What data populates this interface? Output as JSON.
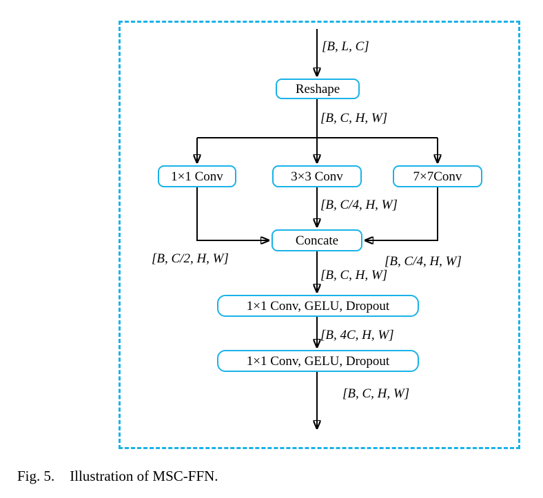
{
  "figure": {
    "caption_prefix": "Fig. 5.",
    "caption_text": "Illustration of MSC-FFN."
  },
  "diagram": {
    "accent_color": "#18b2e8",
    "nodes": {
      "reshape": "Reshape",
      "conv1": "1×1 Conv",
      "conv3": "3×3 Conv",
      "conv7": "7×7Conv",
      "concate": "Concate",
      "ffn1": "1×1 Conv, GELU, Dropout",
      "ffn2": "1×1 Conv, GELU, Dropout"
    },
    "labels": {
      "input": "[B, L, C]",
      "after_reshape": "[B, C, H, W]",
      "after_conv3": "[B, C/4, H, W]",
      "left_branch": "[B, C/2, H, W]",
      "right_branch": "[B, C/4, H, W]",
      "after_concate": "[B, C, H, W]",
      "after_ffn1": "[B, 4C, H, W]",
      "output": "[B, C, H, W]"
    }
  }
}
